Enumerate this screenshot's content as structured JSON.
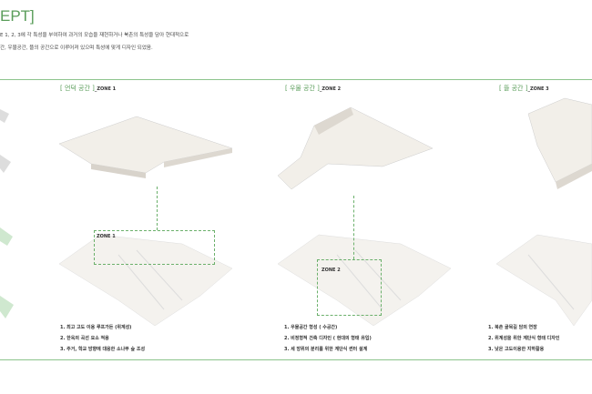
{
  "header": {
    "title": "EPT]",
    "line1": "E 1, 2, 3에 각 특성을 부여하여 과거의 모습을 재현하거나 북촌의 특성을 담아 현대적으로",
    "line2": "간, 우물공간, 뜰의 공간으로 이루어져 있으며 특성에 맞게 디자인 되었음."
  },
  "zones": [
    {
      "title": "[ 언덕 공간 ]",
      "code": "_ZONE 1",
      "box_label": "ZONE 1",
      "notes": [
        "1. 최고 고도 이용 루프가든 (위계성)",
        "2. 한옥의 곡선 요소 적용",
        "3. 주거, 학교 방향에 대응한 소나무 숲 조성"
      ]
    },
    {
      "title": "[ 우물 공간 ]",
      "code": "_ZONE 2",
      "box_label": "ZONE 2",
      "notes": [
        "1. 우물공간 형성 ( 수공간)",
        "2. 비정형적 건축 디자인 ( 현대의 형태 유입)",
        "3. 세 방위의 분리를 위한 계단식 썬터 설계"
      ]
    },
    {
      "title": "[ 뜰 공간 ]",
      "code": "_ZONE 3",
      "notes": [
        "1. 북촌 골목길 담의 연장",
        "2. 위계성을 위한 계단식 형태 디자인",
        "3. 낮은 고도이용한 지하활용"
      ]
    }
  ],
  "colors": {
    "accent": "#5a9d5a"
  }
}
